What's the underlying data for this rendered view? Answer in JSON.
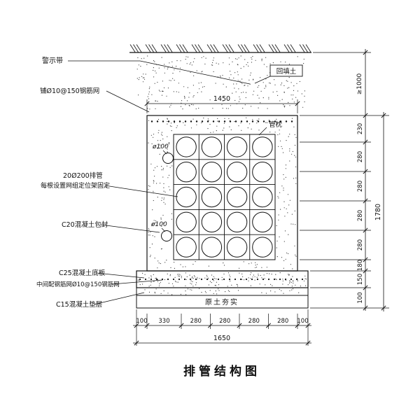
{
  "title": "排管结构图",
  "annotations": {
    "warning_tape": "警示带",
    "top_mesh": "铺Ø10@150钢筋网",
    "pipe_spec": "20Ø200排管",
    "pipe_fixing": "每根设置网组定位架固定",
    "encasement": "C20混凝土包封",
    "base_slab": "C25混凝土底板",
    "slab_mesh": "中间配钢筋网Ø10@150钢筋网",
    "cushion": "C15混凝土垫层",
    "backfill": "回填土",
    "pipe_pillow": "管枕",
    "compacted_soil": "原土夯实",
    "conduit_dia_1": "ø100",
    "conduit_dia_2": "ø100"
  },
  "dimensions": {
    "top_width": "1450",
    "bottom_total": "1650",
    "right_total": "1780",
    "cover_depth": "≥1000",
    "right_segments": [
      "230",
      "280",
      "280",
      "280",
      "280",
      "180",
      "150",
      "100"
    ],
    "bottom_segments": [
      "100",
      "330",
      "280",
      "280",
      "280",
      "280",
      "100"
    ]
  },
  "structure": {
    "pipe_rows": 5,
    "pipe_cols": 4
  }
}
